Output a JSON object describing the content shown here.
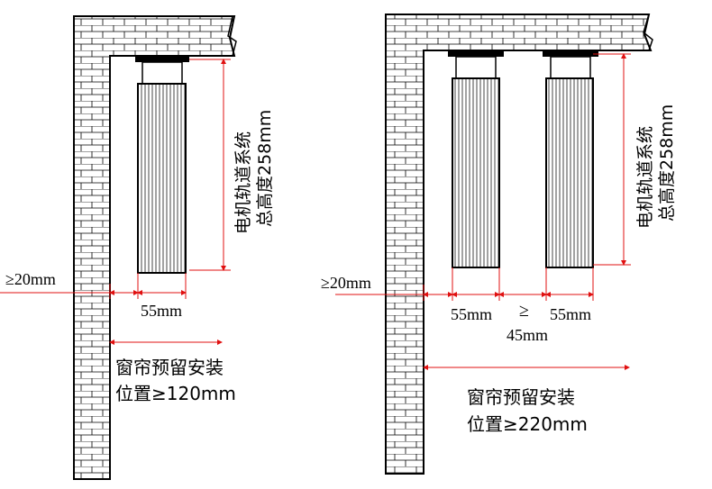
{
  "left": {
    "margin_label": "≥20mm",
    "width_label": "55mm",
    "height_label_line1": "电机轨道系统",
    "height_label_line2": "总高度258mm",
    "reserve_line1": "窗帘预留安装",
    "reserve_line2": "位置≥120mm"
  },
  "right": {
    "margin_label": "≥20mm",
    "width_label_a": "55mm",
    "gap_sym": "≥",
    "gap_label": "45mm",
    "width_label_b": "55mm",
    "height_label_line1": "电机轨道系统",
    "height_label_line2": "总高度258mm",
    "reserve_line1": "窗帘预留安装",
    "reserve_line2": "位置≥220mm"
  },
  "colors": {
    "dimension_line": "#e01010",
    "outline": "#000000"
  }
}
